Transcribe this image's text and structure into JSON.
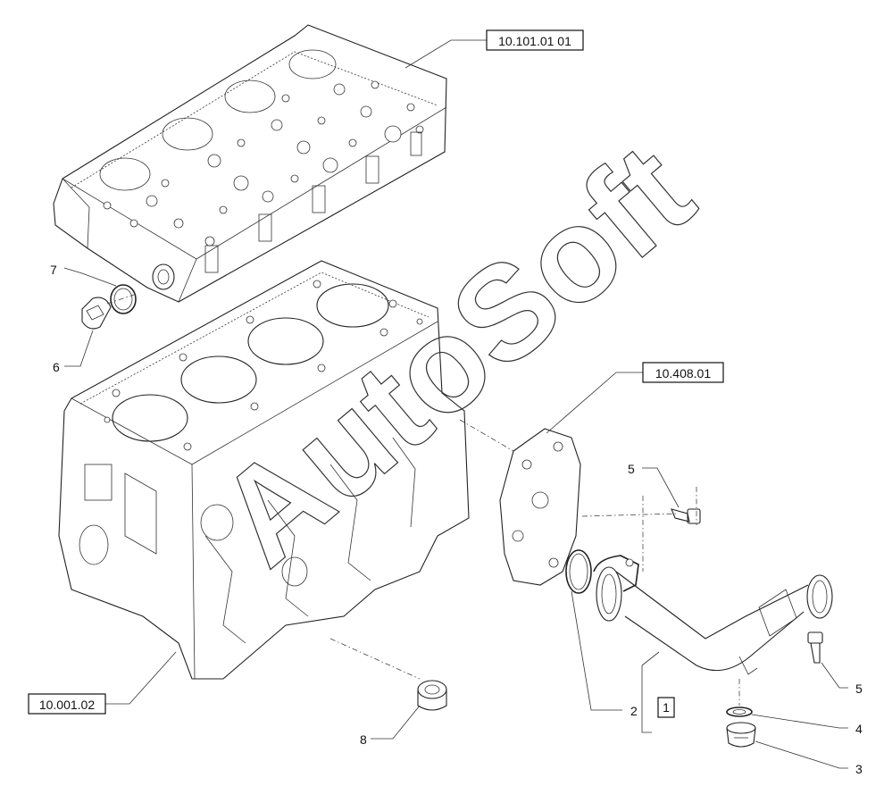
{
  "references": [
    {
      "id": "ref-cylinder-head",
      "text": "10.101.01 01"
    },
    {
      "id": "ref-cover",
      "text": "10.408.01"
    },
    {
      "id": "ref-engine-block",
      "text": "10.001.02"
    }
  ],
  "callouts": {
    "c7": "7",
    "c6": "6",
    "c5a": "5",
    "c5b": "5",
    "c2": "2",
    "c1": "1",
    "c4": "4",
    "c3": "3",
    "c8": "8"
  },
  "watermark": "AutoSoft"
}
